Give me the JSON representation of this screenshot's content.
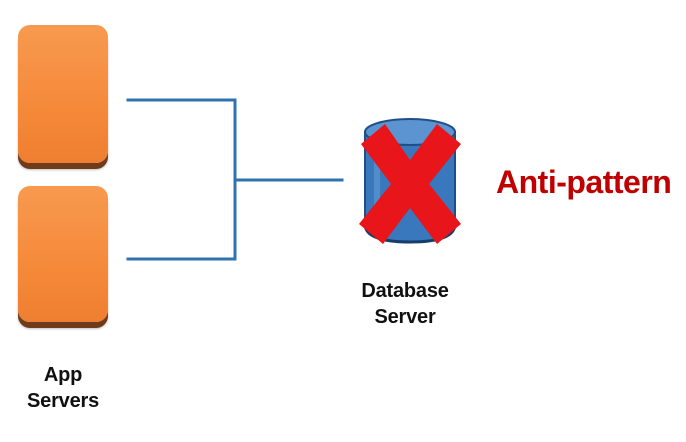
{
  "labels": {
    "app_servers_line1": "App",
    "app_servers_line2": "Servers",
    "database_line1": "Database",
    "database_line2": "Server",
    "anti_pattern": "Anti-pattern"
  },
  "colors": {
    "app_server_fill": "#f5893a",
    "app_server_shadow": "#6f3b1a",
    "connector": "#2f72b0",
    "database_fill": "#3a78bd",
    "database_dark": "#1f4f86",
    "cross": "#e8151b",
    "anti_pattern_text": "#c00000"
  },
  "icons": {
    "database": "database-cylinder-icon",
    "failure": "red-x-icon"
  }
}
